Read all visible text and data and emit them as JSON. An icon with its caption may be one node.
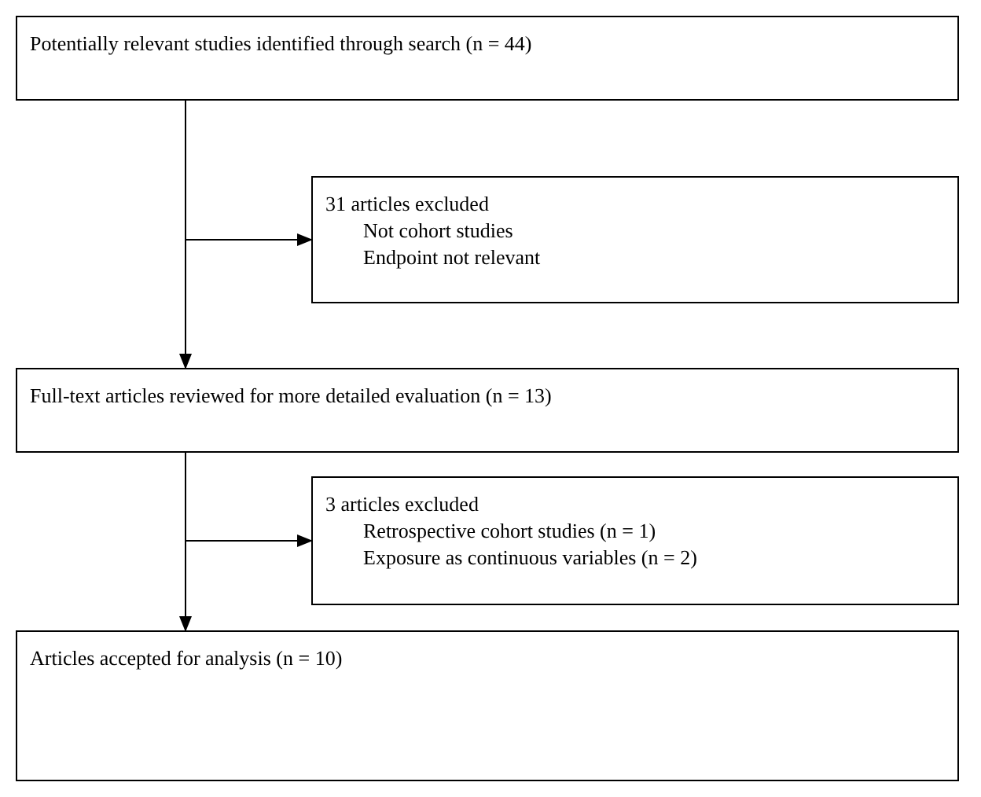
{
  "diagram": {
    "nodes": [
      {
        "text": [
          "Potentially relevant studies identified through search (n = 44)"
        ]
      },
      {
        "text": [
          "31 articles excluded",
          "Not cohort studies",
          "Endpoint not relevant"
        ]
      },
      {
        "text": [
          "Full-text articles reviewed for more detailed evaluation (n = 13)"
        ]
      },
      {
        "text": [
          "3 articles excluded",
          "Retrospective cohort studies (n = 1)",
          "Exposure as continuous variables (n = 2)"
        ]
      },
      {
        "text": [
          "Articles accepted for analysis (n = 10)"
        ]
      }
    ],
    "edges": [
      {
        "from": 0,
        "to": 2,
        "arrow": "to"
      },
      {
        "from": 0,
        "to": 1,
        "arrow": "to"
      },
      {
        "from": 2,
        "to": 4,
        "arrow": "to"
      },
      {
        "from": 2,
        "to": 3,
        "arrow": "to"
      }
    ]
  }
}
